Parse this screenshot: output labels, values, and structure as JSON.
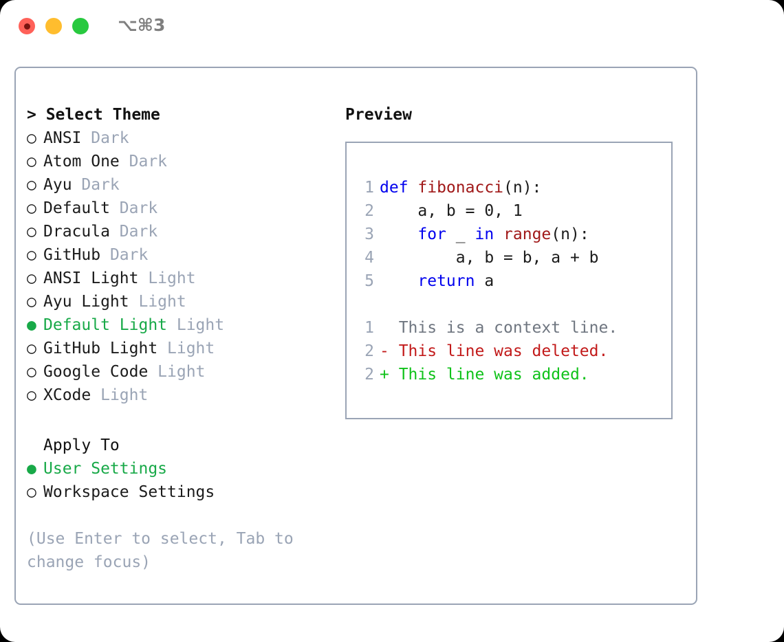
{
  "titlebar": {
    "traffic_lights": [
      "close-red",
      "minimize-yellow",
      "maximize-green"
    ],
    "shortcut": "⌥⌘3"
  },
  "theme_picker": {
    "header": "> Select Theme",
    "selected_marker": "●",
    "unselected_marker": "○",
    "items": [
      {
        "marker": "○",
        "name": "ANSI",
        "variant": "Dark",
        "selected": false
      },
      {
        "marker": "○",
        "name": "Atom One",
        "variant": "Dark",
        "selected": false
      },
      {
        "marker": "○",
        "name": "Ayu",
        "variant": "Dark",
        "selected": false
      },
      {
        "marker": "○",
        "name": "Default",
        "variant": "Dark",
        "selected": false
      },
      {
        "marker": "○",
        "name": "Dracula",
        "variant": "Dark",
        "selected": false
      },
      {
        "marker": "○",
        "name": "GitHub",
        "variant": "Dark",
        "selected": false
      },
      {
        "marker": "○",
        "name": "ANSI Light",
        "variant": "Light",
        "selected": false
      },
      {
        "marker": "○",
        "name": "Ayu Light",
        "variant": "Light",
        "selected": false
      },
      {
        "marker": "●",
        "name": "Default Light",
        "variant": "Light",
        "selected": true
      },
      {
        "marker": "○",
        "name": "GitHub Light",
        "variant": "Light",
        "selected": false
      },
      {
        "marker": "○",
        "name": "Google Code",
        "variant": "Light",
        "selected": false
      },
      {
        "marker": "○",
        "name": "XCode",
        "variant": "Light",
        "selected": false
      }
    ]
  },
  "apply_to": {
    "header": "Apply To",
    "items": [
      {
        "marker": "●",
        "label": "User Settings",
        "selected": true
      },
      {
        "marker": "○",
        "label": "Workspace Settings",
        "selected": false
      }
    ]
  },
  "hint": "(Use Enter to select, Tab to change focus)",
  "preview": {
    "title": "Preview",
    "code_lines": [
      {
        "num": "1",
        "tokens": [
          {
            "t": "def ",
            "c": "kw"
          },
          {
            "t": "fibonacci",
            "c": "fn"
          },
          {
            "t": "(n):",
            "c": "plain"
          }
        ]
      },
      {
        "num": "2",
        "tokens": [
          {
            "t": "    a, b = 0, 1",
            "c": "plain"
          }
        ]
      },
      {
        "num": "3",
        "tokens": [
          {
            "t": "    ",
            "c": "plain"
          },
          {
            "t": "for",
            "c": "kw"
          },
          {
            "t": " _ ",
            "c": "plain"
          },
          {
            "t": "in",
            "c": "kw"
          },
          {
            "t": " ",
            "c": "plain"
          },
          {
            "t": "range",
            "c": "fn"
          },
          {
            "t": "(n):",
            "c": "plain"
          }
        ]
      },
      {
        "num": "4",
        "tokens": [
          {
            "t": "        a, b = b, a + b",
            "c": "plain"
          }
        ]
      },
      {
        "num": "5",
        "tokens": [
          {
            "t": "    ",
            "c": "plain"
          },
          {
            "t": "return",
            "c": "kw"
          },
          {
            "t": " a",
            "c": "plain"
          }
        ]
      }
    ],
    "diff_lines": [
      {
        "num": "1",
        "text": "  This is a context line.",
        "kind": "diff-ctx"
      },
      {
        "num": "2",
        "text": "- This line was deleted.",
        "kind": "diff-del"
      },
      {
        "num": "2",
        "text": "+ This line was added.",
        "kind": "diff-add"
      }
    ]
  },
  "colors": {
    "accent_green": "#18a948",
    "muted": "#9aa4b5",
    "keyword_blue": "#0000ee",
    "function_red": "#a01818",
    "diff_delete": "#c21a1a",
    "diff_add": "#10c21a",
    "border": "#9aa4b5"
  }
}
